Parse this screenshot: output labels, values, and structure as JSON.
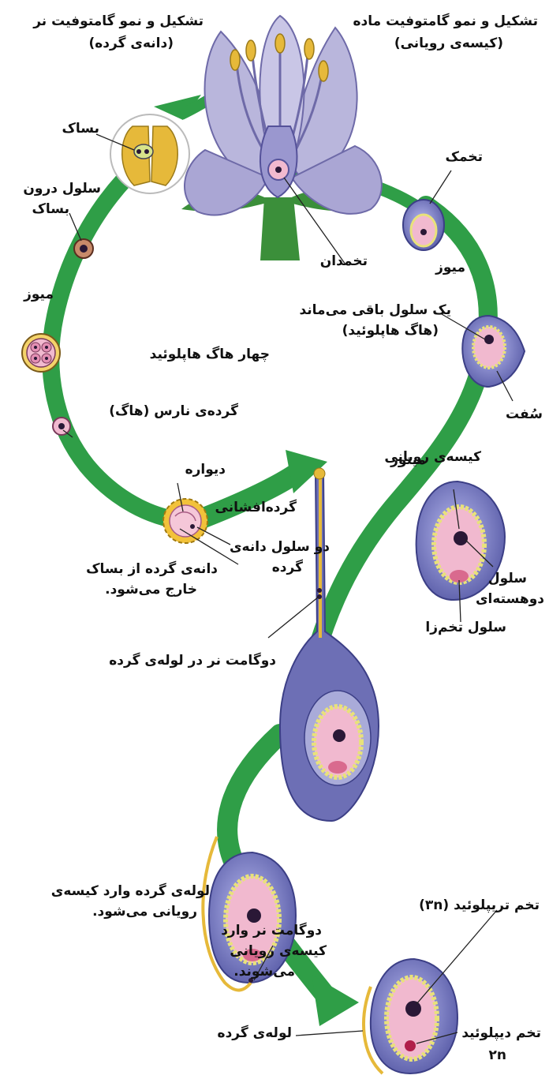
{
  "labels": {
    "male_title_1": "تشکیل و نمو گامتوفیت نر",
    "male_title_2": "(دانه‌ی گرده)",
    "female_title_1": "تشکیل و نمو گامتوفیت ماده",
    "female_title_2": "(کیسه‌ی رویانی)",
    "anther": "بساک",
    "anther_inner_cell_1": "سلول درون",
    "anther_inner_cell_2": "بساک",
    "meiosis_left": "میوز",
    "four_haploid_spores": "چهار هاگ هاپلوئید",
    "immature_pollen": "گرده‌ی نارس (هاگ)",
    "wall": "دیواره",
    "pollination": "گرده‌افشانی",
    "two_pollen_cells_1": "دو سلول دانه‌ی",
    "two_pollen_cells_2": "گرده",
    "pollen_exits_1": "دانه‌ی گرده از بساک",
    "pollen_exits_2": "خارج می‌شود.",
    "ovule": "تخمک",
    "ovary": "تخمدان",
    "meiosis_right": "میوز",
    "one_cell_remains_1": "یک سلول باقی می‌ماند",
    "one_cell_remains_2": "(هاگ هاپلوئید)",
    "integument": "سُفت",
    "mitosis": "میتوز",
    "embryo_sac": "کیسه‌ی رویانی",
    "binucleate_cell_1": "سلول",
    "binucleate_cell_2": "دوهسته‌ای",
    "egg_cell": "سلول تخم‌زا",
    "male_gametes_in_tube": "دوگامت نر در لوله‌ی گرده",
    "tube_enters_1": "لوله‌ی گرده وارد کیسه‌ی",
    "tube_enters_2": "رویانی می‌شود.",
    "gametes_enter_1": "دوگامت نر وارد",
    "gametes_enter_2": "کیسه‌ی رویانی",
    "gametes_enter_3": "می‌شوند.",
    "triploid_1": "تخم تریپلوئید (۳n)",
    "pollen_tube": "لوله‌ی گرده",
    "diploid_1": "تخم دیپلوئید",
    "diploid_2": "۲n"
  },
  "colors": {
    "path_green": "#2f9e47",
    "petal": "#b9b6dc",
    "petal_edge": "#6e6aa8",
    "ovule_purple": "#6d6fb5",
    "ovule_light": "#a9abd9",
    "sac_pink": "#f1b9cf",
    "nucleus": "#2a1836",
    "stamen_yellow": "#e6b93a",
    "dots_yellow": "#e8e27a",
    "leaf_green": "#3b8f3a"
  },
  "icons": [
    "flower-illustration",
    "anther-zoom-circle",
    "ovule-stage",
    "pollen-grain",
    "pollen-tube"
  ]
}
